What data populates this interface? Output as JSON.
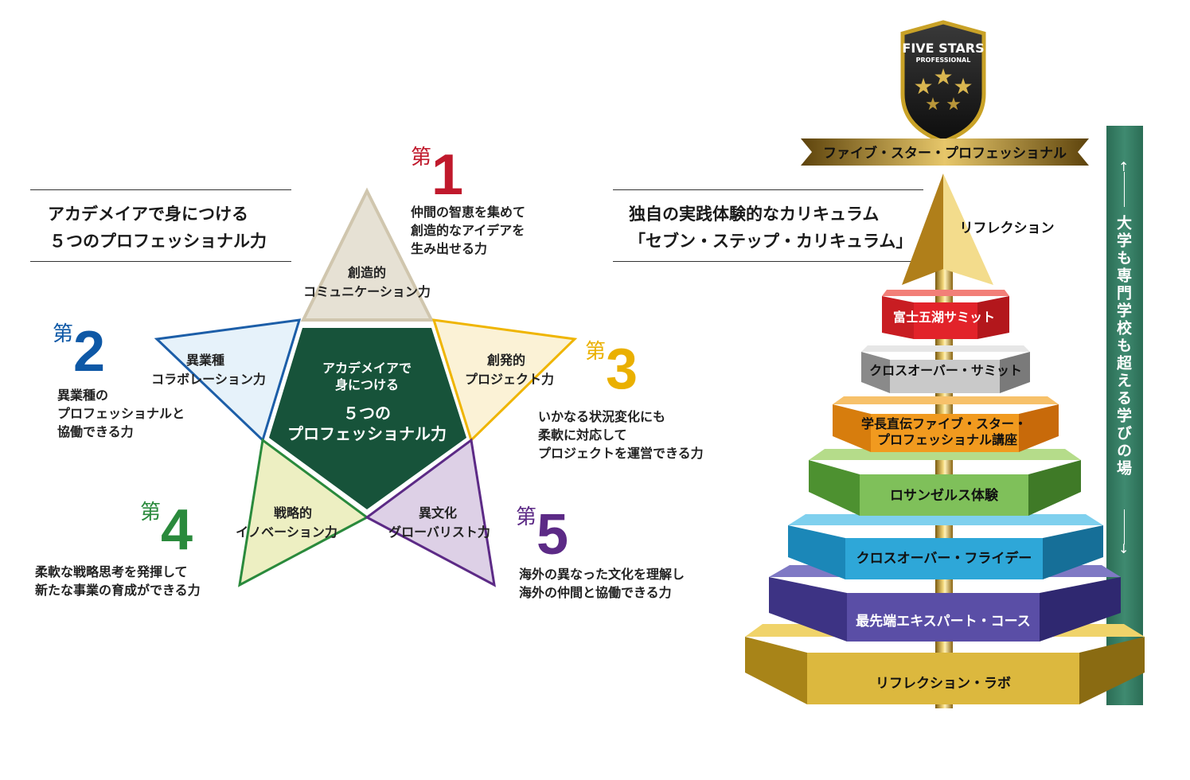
{
  "left": {
    "title_line1": "アカデメイアで身につける",
    "title_line2": "５つのプロフェッショナル力",
    "center_line1": "アカデメイアで",
    "center_line2": "身につける",
    "center_line3": "５つの",
    "center_line4": "プロフェッショナル力",
    "dai": "第",
    "items": [
      {
        "num": "1",
        "label_line1": "創造的",
        "label_line2": "コミュニケーション力",
        "desc": "仲間の智恵を集めて\n創造的なアイデアを\n生み出せる力",
        "color": "#c0192c"
      },
      {
        "num": "2",
        "label_line1": "異業種",
        "label_line2": "コラボレーション力",
        "desc": "異業種の\nプロフェッショナルと\n協働できる力",
        "color": "#0e58a6"
      },
      {
        "num": "3",
        "label_line1": "創発的",
        "label_line2": "プロジェクト力",
        "desc": "いかなる状況変化にも\n柔軟に対応して\nプロジェクトを運営できる力",
        "color": "#eab000"
      },
      {
        "num": "4",
        "label_line1": "戦略的",
        "label_line2": "イノベーション力",
        "desc": "柔軟な戦略思考を発揮して\n新たな事業の育成ができる力",
        "color": "#2a8a3c"
      },
      {
        "num": "5",
        "label_line1": "異文化",
        "label_line2": "グローバリスト力",
        "desc": "海外の異なった文化を理解し\n海外の仲間と協働できる力",
        "color": "#5c2a86"
      }
    ]
  },
  "right": {
    "title_line1": "独自の実践体験的なカリキュラム",
    "title_line2": "「セブン・ステップ・カリキュラム」",
    "badge_line1": "FIVE STARS",
    "badge_line2": "PROFESSIONAL",
    "banner": "ファイブ・スター・プロフェッショナル",
    "arrow_label": "リフレクション",
    "side_text": "大学も専門学校も超える学びの場",
    "steps": [
      {
        "label": "富士五湖サミット",
        "color": "#e2232a"
      },
      {
        "label": "クロスオーバー・サミット",
        "color": "#b5b5b5"
      },
      {
        "label": "学長直伝ファイブ・スター・",
        "label2": "プロフェッショナル講座",
        "color": "#f19a1f"
      },
      {
        "label": "ロサンゼルス体験",
        "color": "#6cb33f"
      },
      {
        "label": "クロスオーバー・フライデー",
        "color": "#2ea7d8"
      },
      {
        "label": "最先端エキスパート・コース",
        "color": "#5a4ea6"
      },
      {
        "label": "リフレクション・ラボ",
        "color": "#c9a227"
      }
    ]
  }
}
